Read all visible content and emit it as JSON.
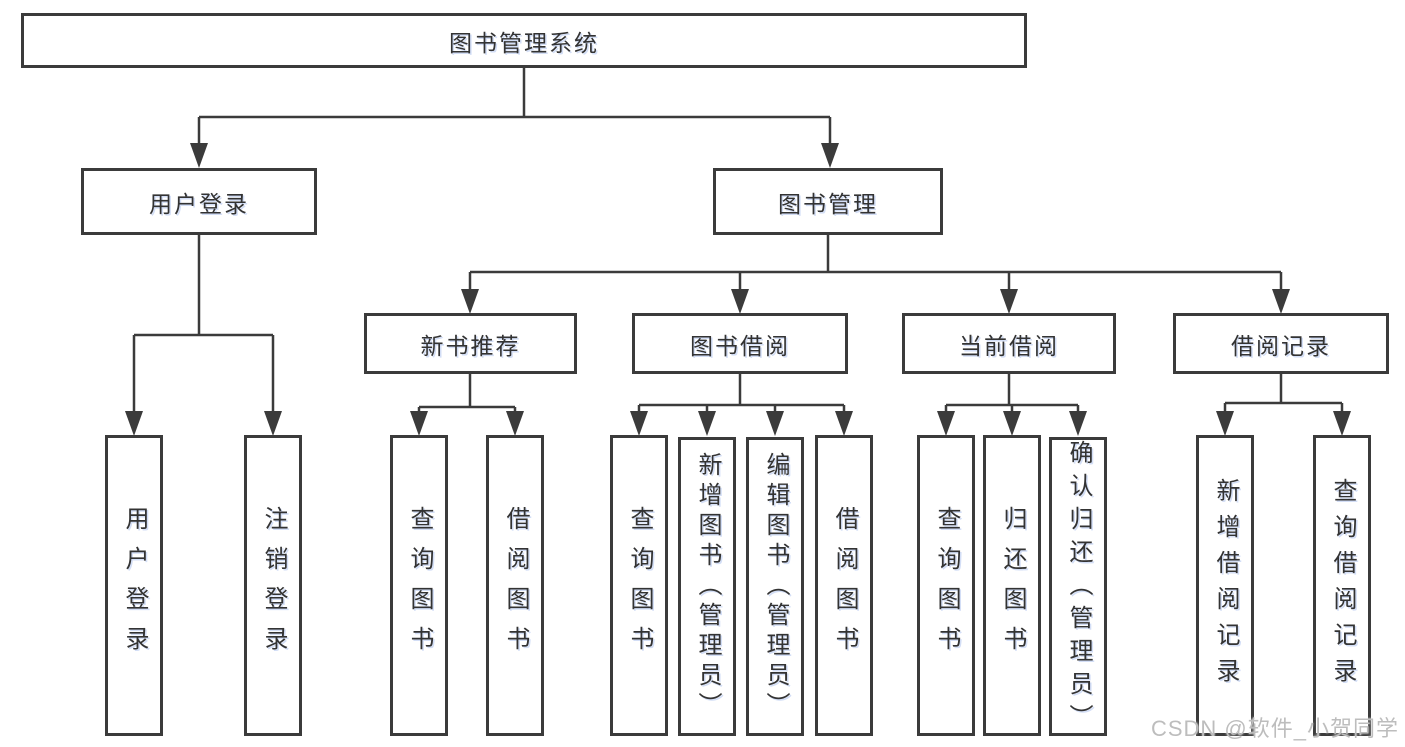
{
  "diagram": {
    "root": {
      "label": "图书管理系统"
    },
    "branches": [
      {
        "label": "用户登录",
        "children": [
          {
            "label": "用户登录"
          },
          {
            "label": "注销登录"
          }
        ]
      },
      {
        "label": "图书管理",
        "children": [
          {
            "label": "新书推荐",
            "children": [
              {
                "label": "查询图书"
              },
              {
                "label": "借阅图书"
              }
            ]
          },
          {
            "label": "图书借阅",
            "children": [
              {
                "label": "查询图书"
              },
              {
                "label": "新增图书（管理员）"
              },
              {
                "label": "编辑图书（管理员）"
              },
              {
                "label": "借阅图书"
              }
            ]
          },
          {
            "label": "当前借阅",
            "children": [
              {
                "label": "查询图书"
              },
              {
                "label": "归还图书"
              },
              {
                "label": "确认归还（管理员）"
              }
            ]
          },
          {
            "label": "借阅记录",
            "children": [
              {
                "label": "新增借阅记录"
              },
              {
                "label": "查询借阅记录"
              }
            ]
          }
        ]
      }
    ]
  },
  "watermark": {
    "text": "CSDN @软件_小贺同学"
  },
  "colors": {
    "line": "#3b3b3b",
    "text": "#333333",
    "background": "#ffffff",
    "watermark": "#bdbdbd"
  }
}
